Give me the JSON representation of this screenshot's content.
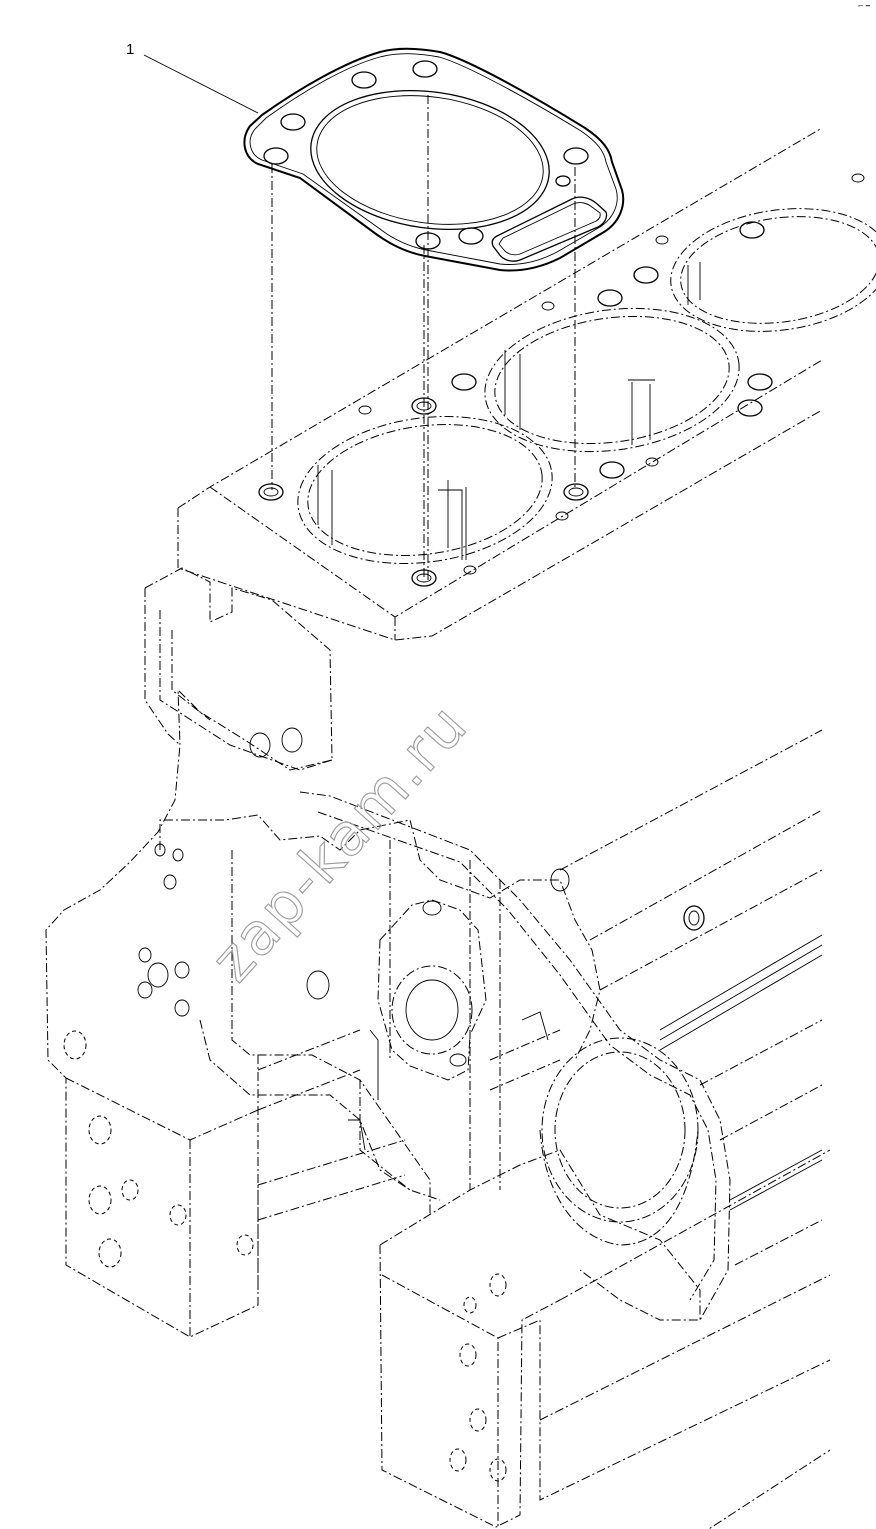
{
  "diagram": {
    "callouts": [
      {
        "label": "1",
        "part": "gasket"
      }
    ],
    "watermark": "zap-kam.ru",
    "corner_mark": "⌐ ━"
  }
}
